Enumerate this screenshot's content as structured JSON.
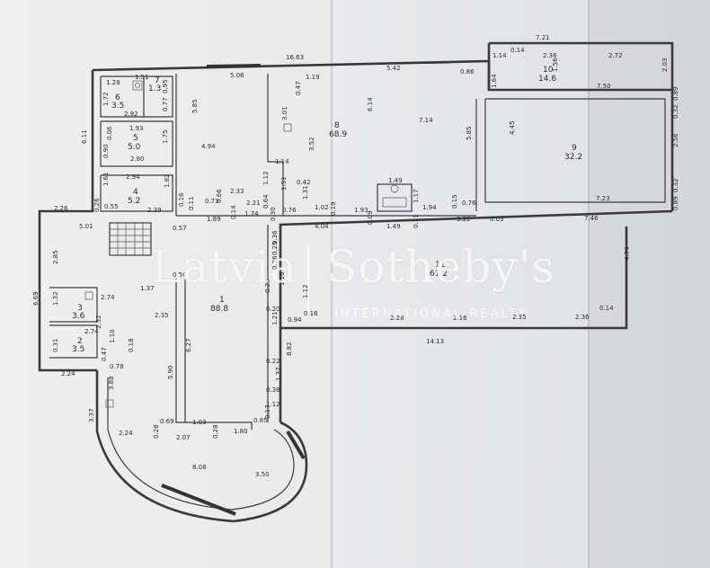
{
  "watermark": {
    "brand_left": "Latvia",
    "brand_right": "Sotheby's",
    "tagline": "INTERNATIONAL REALTY"
  },
  "rooms": [
    {
      "number": "1",
      "area": "88.8"
    },
    {
      "number": "2",
      "area": "3.5"
    },
    {
      "number": "3",
      "area": "3.6"
    },
    {
      "number": "4",
      "area": "5.2"
    },
    {
      "number": "5",
      "area": "5.0"
    },
    {
      "number": "6",
      "area": "3.5"
    },
    {
      "number": "7",
      "area": "1.3"
    },
    {
      "number": "8",
      "area": "68.9"
    },
    {
      "number": "9",
      "area": "32.2"
    },
    {
      "number": "10",
      "area": "14.6"
    },
    {
      "number": "11",
      "area": "61.2"
    }
  ],
  "dimensions": {
    "d16_63": "16.63",
    "d5_06": "5.06",
    "d5_42": "5.42",
    "d1_19": "1.19",
    "d0_86": "0.86",
    "d7_21": "7.21",
    "d2_36": "2.36",
    "d2_72": "2.72",
    "d1_14a": "1.14",
    "d0_14a": "0.14",
    "d7_50": "7.50",
    "d1_64": "1.64",
    "d1_56": "1.56",
    "d2_03": "2.03",
    "d0_89a": "0.89",
    "d0_32a": "0.32",
    "d4_45": "4.45",
    "d2_56": "2.56",
    "d7_23": "7.23",
    "d0_32b": "0.32",
    "d0_89b": "0.89",
    "d0_47": "0.47",
    "d6_14": "6.14",
    "d7_14": "7.14",
    "d5_85a": "5.85",
    "d5_85b": "5.85",
    "d4_94": "4.94",
    "d3_01": "3.01",
    "d3_52": "3.52",
    "d1_14b": "1.14",
    "d1_12a": "1.12",
    "d0_42": "0.42",
    "d1_51": "1.51",
    "d1_31": "1.31",
    "d1_49a": "1.49",
    "d1_28": "1.28",
    "d1_51b": "1.51",
    "d0_95": "0.95",
    "d1_72": "1.72",
    "d0_77": "0.77",
    "d2_92": "2.92",
    "d6_11": "6.11",
    "d1_93a": "1.93",
    "d0_06": "0.06",
    "d1_75": "1.75",
    "d0_90": "0.90",
    "d2_80": "2.80",
    "d2_94": "2.94",
    "d1_61": "1.61",
    "d1_82": "1.82",
    "d0_55": "0.55",
    "d0_26a": "0.26",
    "d2_39": "2.39",
    "d0_16": "0.16",
    "d0_11a": "0.11",
    "d0_73": "0.73",
    "d2_33": "2.33",
    "d2_21": "2.21",
    "d0_66": "0.66",
    "d0_64": "0.64",
    "d1_89": "1.89",
    "d0_14b": "0.14",
    "d1_74": "1.74",
    "d0_30": "0.30",
    "d0_76": "0.76",
    "d1_02": "1.02",
    "d0_19": "0.19",
    "d1_93b": "1.93",
    "d1_94": "1.94",
    "d0_15": "0.15",
    "d0_76b": "0.76",
    "d1_17": "1.17",
    "d1_49b": "1.49",
    "d0_11b": "0.11",
    "d3_22": "3.22",
    "d0_03": "0.03",
    "d7_46": "7.46",
    "d2_26": "2.26",
    "d5_01": "5.01",
    "d0_57": "0.57",
    "d4_04": "4.04",
    "d0_09": "0.09",
    "d4_74": "4.74",
    "d2_85": "2.85",
    "d0_56": "0.56",
    "d1_37": "1.37",
    "d6_69": "6.69",
    "d1_32": "1.32",
    "d2_74a": "2.74",
    "d2_74b": "2.74",
    "d2_52": "2.52",
    "d2_35": "2.35",
    "d6_27": "6.27",
    "d1_10": "1.10",
    "d0_47b": "0.47",
    "d0_18": "0.18",
    "d0_31": "0.31",
    "d0_78": "0.78",
    "d2_24a": "2.24",
    "d5_90": "5.90",
    "d3_88": "3.88",
    "d0_94": "0.94",
    "d0_20": "0.20",
    "d1_21": "1.21",
    "d8_82": "8.82",
    "d0_22": "0.22",
    "d1_37b": "1.37",
    "d0_38": "0.38",
    "d0_17": "0.17",
    "d1_12b": "1.12",
    "d14_13": "14.13",
    "d2_28": "2.28",
    "d2_16": "2.16",
    "d2_35b": "2.35",
    "d2_36b": "2.36",
    "d0_16b": "0.16",
    "d0_14c": "0.14",
    "d3_37": "3.37",
    "d2_24b": "2.24",
    "d0_69": "0.69",
    "d1_03": "1.03",
    "d0_28a": "0.28",
    "d0_28b": "0.28",
    "d2_07": "2.07",
    "d1_80": "1.80",
    "d0_85": "0.85",
    "d8_08": "8.08",
    "d3_50": "3.50",
    "d1_12c": "1.12",
    "d0_29": "0.29",
    "d0_25": "0.25",
    "d0_36": "0.36",
    "d0_26b": "0.26",
    "d1_16": "1.16"
  }
}
